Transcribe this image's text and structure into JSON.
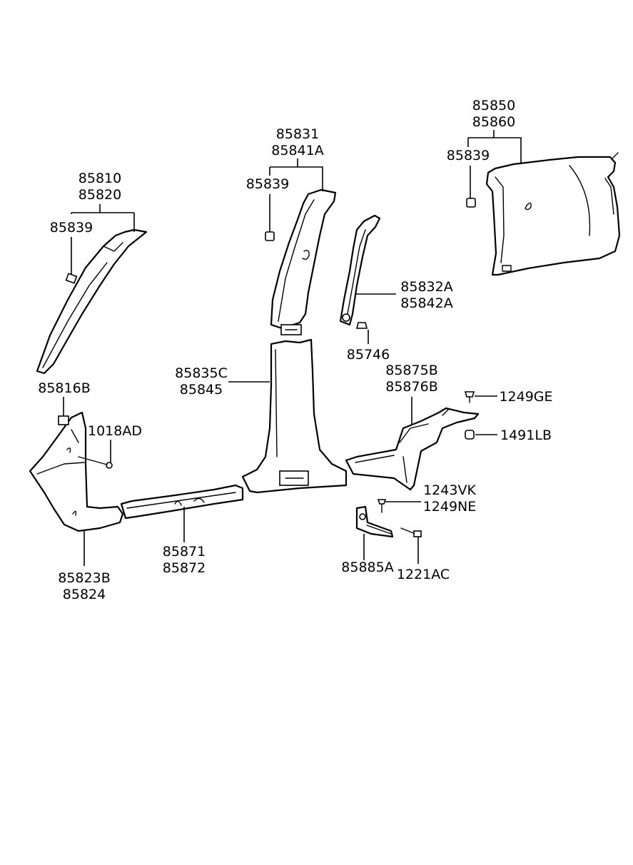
{
  "callouts": {
    "a_pillar_upper": [
      "85810",
      "85820"
    ],
    "a_pillar_clip": "85839",
    "b_pillar_upper": [
      "85831",
      "85841A"
    ],
    "b_pillar_clip": "85839",
    "quarter_upper": [
      "85850",
      "85860"
    ],
    "quarter_clip": "85839",
    "belt_guide": [
      "85832A",
      "85842A"
    ],
    "guide_screw": "85746",
    "kick_clip": "85816B",
    "kick_screw": "1018AD",
    "b_pillar_lower": [
      "85835C",
      "85845"
    ],
    "rear_lower": [
      "85875B",
      "85876B"
    ],
    "fastener_1": "1249GE",
    "fastener_2": "1491LB",
    "bracket_screw": [
      "1243VK",
      "1249NE"
    ],
    "front_kick": [
      "85823B",
      "85824"
    ],
    "scuff_plate": [
      "85871",
      "85872"
    ],
    "bracket": "85885A",
    "bracket_bolt": "1221AC"
  }
}
